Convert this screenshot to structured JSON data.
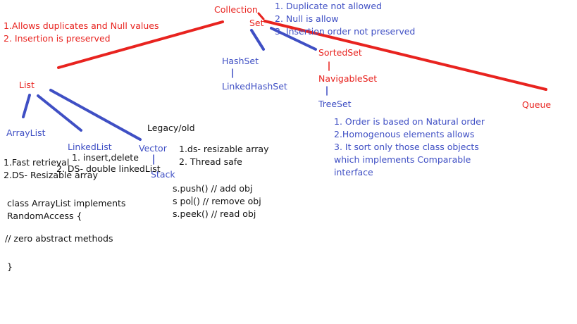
{
  "nodes": {
    "collection": "Collection",
    "set": "Set",
    "list": "List",
    "hashset": "HashSet",
    "linkedhashset": "LinkedHashSet",
    "sortedset": "SortedSet",
    "navigableset": "NavigableSet",
    "treeset": "TreeSet",
    "queue": "Queue",
    "arraylist": "ArrayList",
    "linkedlist": "LinkedList",
    "vector": "Vector",
    "stack": "Stack",
    "legacy": "Legacy/old"
  },
  "list_notes": [
    "1.Allows duplicates and Null values",
    "2. Insertion is preserved"
  ],
  "set_notes": [
    "1. Duplicate not allowed",
    "2. Null is allow",
    "3. Insertion order not preserved"
  ],
  "treeset_notes": [
    "1. Order is based on Natural order",
    "2.Homogenous elements allows",
    "3. It sort only those class objects",
    "which implements Comparable",
    "interface"
  ],
  "arraylist_notes": [
    "1.Fast retrieval",
    "2.DS- Resizable array"
  ],
  "linkedlist_notes": [
    "1. insert,delete",
    "2. DS- double linkedList"
  ],
  "vector_notes": [
    "1.ds- resizable array",
    "2. Thread safe"
  ],
  "stack_notes": {
    "push": "s.push() // add obj",
    "pop_before": "s  po",
    "pop_after": "() // remove obj",
    "peek": "s.peek() // read obj"
  },
  "code": {
    "line1": "class ArrayList implements",
    "line2": "RandomAccess {",
    "comment": "// zero abstract methods",
    "close": "}"
  },
  "colors": {
    "red": "#e8231f",
    "blue": "#3f4fc4",
    "black": "#111111"
  }
}
